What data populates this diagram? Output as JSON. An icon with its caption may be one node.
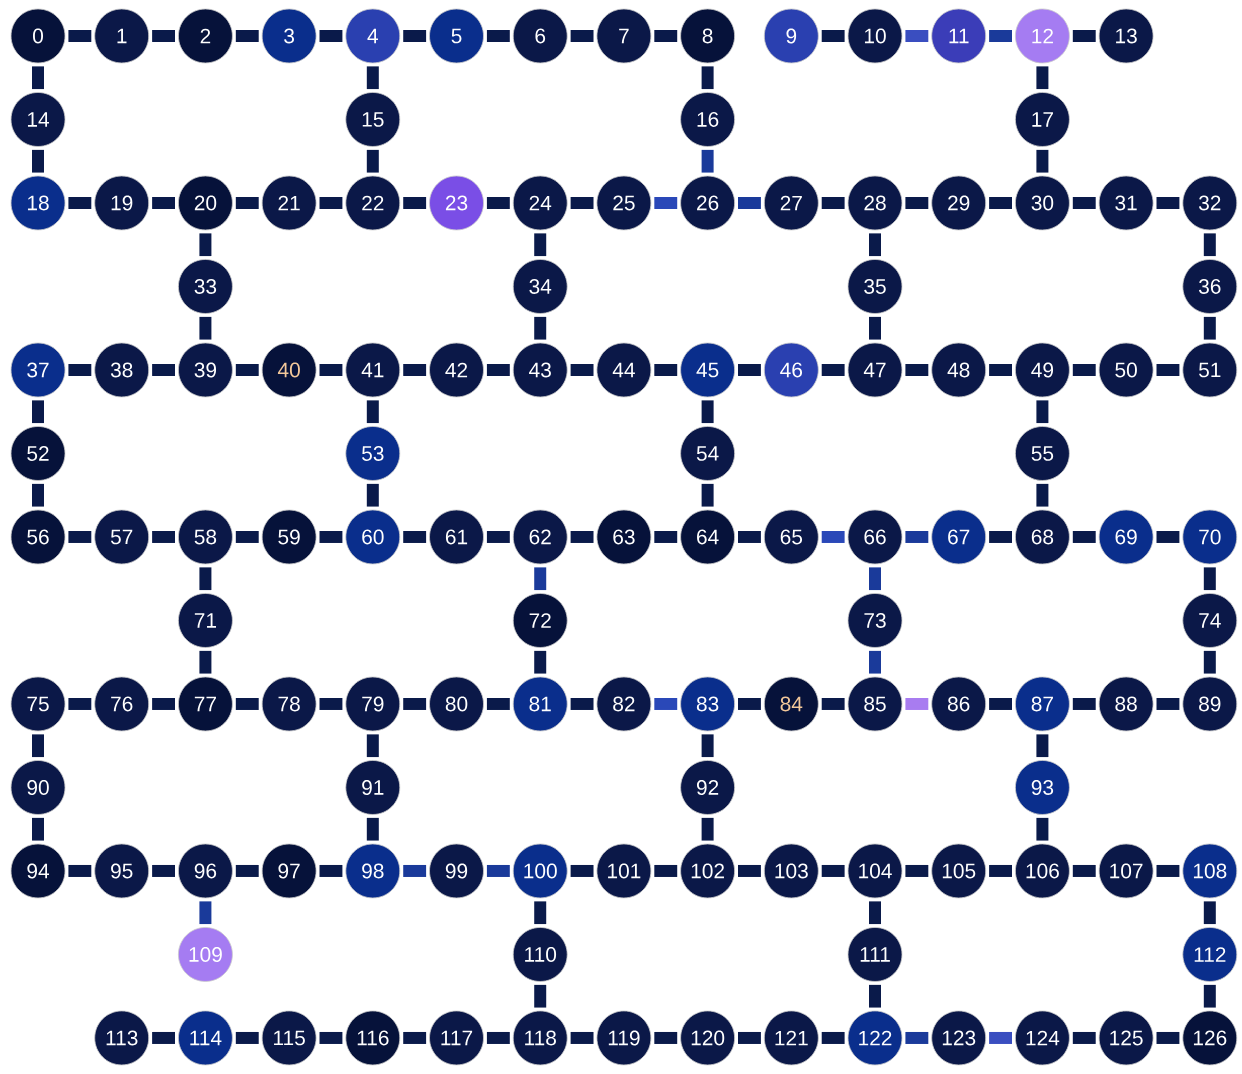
{
  "diagram": {
    "nodes": [
      {
        "text": [
          "0"
        ]
      },
      {
        "text": [
          "1"
        ]
      },
      {
        "text": [
          "2"
        ]
      },
      {
        "text": [
          "3"
        ]
      },
      {
        "text": [
          "4"
        ]
      },
      {
        "text": [
          "5"
        ]
      },
      {
        "text": [
          "6"
        ]
      },
      {
        "text": [
          "7"
        ]
      },
      {
        "text": [
          "8"
        ]
      },
      {
        "text": [
          "9"
        ]
      },
      {
        "text": [
          "10"
        ]
      },
      {
        "text": [
          "11"
        ]
      },
      {
        "text": [
          "12"
        ]
      },
      {
        "text": [
          "13"
        ]
      },
      {
        "text": [
          "14"
        ]
      },
      {
        "text": [
          "15"
        ]
      },
      {
        "text": [
          "16"
        ]
      },
      {
        "text": [
          "17"
        ]
      },
      {
        "text": [
          "18"
        ]
      },
      {
        "text": [
          "19"
        ]
      },
      {
        "text": [
          "20"
        ]
      },
      {
        "text": [
          "21"
        ]
      },
      {
        "text": [
          "22"
        ]
      },
      {
        "text": [
          "23"
        ]
      },
      {
        "text": [
          "24"
        ]
      },
      {
        "text": [
          "25"
        ]
      },
      {
        "text": [
          "26"
        ]
      },
      {
        "text": [
          "27"
        ]
      },
      {
        "text": [
          "28"
        ]
      },
      {
        "text": [
          "29"
        ]
      },
      {
        "text": [
          "30"
        ]
      },
      {
        "text": [
          "31"
        ]
      },
      {
        "text": [
          "32"
        ]
      },
      {
        "text": [
          "33"
        ]
      },
      {
        "text": [
          "34"
        ]
      },
      {
        "text": [
          "35"
        ]
      },
      {
        "text": [
          "36"
        ]
      },
      {
        "text": [
          "37"
        ]
      },
      {
        "text": [
          "38"
        ]
      },
      {
        "text": [
          "39"
        ]
      },
      {
        "text": [
          "40"
        ]
      },
      {
        "text": [
          "41"
        ]
      },
      {
        "text": [
          "42"
        ]
      },
      {
        "text": [
          "43"
        ]
      },
      {
        "text": [
          "44"
        ]
      },
      {
        "text": [
          "45"
        ]
      },
      {
        "text": [
          "46"
        ]
      },
      {
        "text": [
          "47"
        ]
      },
      {
        "text": [
          "48"
        ]
      },
      {
        "text": [
          "49"
        ]
      },
      {
        "text": [
          "50"
        ]
      },
      {
        "text": [
          "51"
        ]
      },
      {
        "text": [
          "52"
        ]
      },
      {
        "text": [
          "53"
        ]
      },
      {
        "text": [
          "54"
        ]
      },
      {
        "text": [
          "55"
        ]
      },
      {
        "text": [
          "56"
        ]
      },
      {
        "text": [
          "57"
        ]
      },
      {
        "text": [
          "58"
        ]
      },
      {
        "text": [
          "59"
        ]
      },
      {
        "text": [
          "60"
        ]
      },
      {
        "text": [
          "61"
        ]
      },
      {
        "text": [
          "62"
        ]
      },
      {
        "text": [
          "63"
        ]
      },
      {
        "text": [
          "64"
        ]
      },
      {
        "text": [
          "65"
        ]
      },
      {
        "text": [
          "66"
        ]
      },
      {
        "text": [
          "67"
        ]
      },
      {
        "text": [
          "68"
        ]
      },
      {
        "text": [
          "69"
        ]
      },
      {
        "text": [
          "70"
        ]
      },
      {
        "text": [
          "71"
        ]
      },
      {
        "text": [
          "72"
        ]
      },
      {
        "text": [
          "73"
        ]
      },
      {
        "text": [
          "74"
        ]
      },
      {
        "text": [
          "75"
        ]
      },
      {
        "text": [
          "76"
        ]
      },
      {
        "text": [
          "77"
        ]
      },
      {
        "text": [
          "78"
        ]
      },
      {
        "text": [
          "79"
        ]
      },
      {
        "text": [
          "80"
        ]
      },
      {
        "text": [
          "81"
        ]
      },
      {
        "text": [
          "82"
        ]
      },
      {
        "text": [
          "83"
        ]
      },
      {
        "text": [
          "84"
        ]
      },
      {
        "text": [
          "85"
        ]
      },
      {
        "text": [
          "86"
        ]
      },
      {
        "text": [
          "87"
        ]
      },
      {
        "text": [
          "88"
        ]
      },
      {
        "text": [
          "89"
        ]
      },
      {
        "text": [
          "90"
        ]
      },
      {
        "text": [
          "91"
        ]
      },
      {
        "text": [
          "92"
        ]
      },
      {
        "text": [
          "93"
        ]
      },
      {
        "text": [
          "94"
        ]
      },
      {
        "text": [
          "95"
        ]
      },
      {
        "text": [
          "96"
        ]
      },
      {
        "text": [
          "97"
        ]
      },
      {
        "text": [
          "98"
        ]
      },
      {
        "text": [
          "99"
        ]
      },
      {
        "text": [
          "100"
        ]
      },
      {
        "text": [
          "101"
        ]
      },
      {
        "text": [
          "102"
        ]
      },
      {
        "text": [
          "103"
        ]
      },
      {
        "text": [
          "104"
        ]
      },
      {
        "text": [
          "105"
        ]
      },
      {
        "text": [
          "106"
        ]
      },
      {
        "text": [
          "107"
        ]
      },
      {
        "text": [
          "108"
        ]
      },
      {
        "text": [
          "109"
        ]
      },
      {
        "text": [
          "110"
        ]
      },
      {
        "text": [
          "111"
        ]
      },
      {
        "text": [
          "112"
        ]
      },
      {
        "text": [
          "113"
        ]
      },
      {
        "text": [
          "114"
        ]
      },
      {
        "text": [
          "115"
        ]
      },
      {
        "text": [
          "116"
        ]
      },
      {
        "text": [
          "117"
        ]
      },
      {
        "text": [
          "118"
        ]
      },
      {
        "text": [
          "119"
        ]
      },
      {
        "text": [
          "120"
        ]
      },
      {
        "text": [
          "121"
        ]
      },
      {
        "text": [
          "122"
        ]
      },
      {
        "text": [
          "123"
        ]
      },
      {
        "text": [
          "124"
        ]
      },
      {
        "text": [
          "125"
        ]
      },
      {
        "text": [
          "126"
        ]
      }
    ],
    "edges": [
      {
        "from": 0,
        "to": 1,
        "arrow": "none"
      },
      {
        "from": 1,
        "to": 2,
        "arrow": "none"
      },
      {
        "from": 2,
        "to": 3,
        "arrow": "none"
      },
      {
        "from": 3,
        "to": 4,
        "arrow": "none"
      },
      {
        "from": 4,
        "to": 5,
        "arrow": "none"
      },
      {
        "from": 5,
        "to": 6,
        "arrow": "none"
      },
      {
        "from": 6,
        "to": 7,
        "arrow": "none"
      },
      {
        "from": 7,
        "to": 8,
        "arrow": "none"
      },
      {
        "from": 9,
        "to": 10,
        "arrow": "none"
      },
      {
        "from": 10,
        "to": 11,
        "arrow": "none",
        "color": "#3a4ec0"
      },
      {
        "from": 11,
        "to": 12,
        "arrow": "none",
        "color": "#1a3a9a"
      },
      {
        "from": 12,
        "to": 13,
        "arrow": "none"
      },
      {
        "from": 0,
        "to": 14,
        "arrow": "none"
      },
      {
        "from": 14,
        "to": 18,
        "arrow": "none"
      },
      {
        "from": 4,
        "to": 15,
        "arrow": "none"
      },
      {
        "from": 15,
        "to": 22,
        "arrow": "none"
      },
      {
        "from": 8,
        "to": 16,
        "arrow": "none"
      },
      {
        "from": 16,
        "to": 26,
        "arrow": "none",
        "color": "#1a3a9a"
      },
      {
        "from": 12,
        "to": 17,
        "arrow": "none"
      },
      {
        "from": 17,
        "to": 30,
        "arrow": "none"
      },
      {
        "from": 18,
        "to": 19,
        "arrow": "none"
      },
      {
        "from": 19,
        "to": 20,
        "arrow": "none"
      },
      {
        "from": 20,
        "to": 21,
        "arrow": "none"
      },
      {
        "from": 21,
        "to": 22,
        "arrow": "none"
      },
      {
        "from": 22,
        "to": 23,
        "arrow": "none"
      },
      {
        "from": 23,
        "to": 24,
        "arrow": "none"
      },
      {
        "from": 24,
        "to": 25,
        "arrow": "none"
      },
      {
        "from": 25,
        "to": 26,
        "arrow": "none",
        "color": "#2a48b8"
      },
      {
        "from": 26,
        "to": 27,
        "arrow": "none",
        "color": "#1a3a9a"
      },
      {
        "from": 27,
        "to": 28,
        "arrow": "none"
      },
      {
        "from": 28,
        "to": 29,
        "arrow": "none"
      },
      {
        "from": 29,
        "to": 30,
        "arrow": "none"
      },
      {
        "from": 30,
        "to": 31,
        "arrow": "none"
      },
      {
        "from": 31,
        "to": 32,
        "arrow": "none"
      },
      {
        "from": 20,
        "to": 33,
        "arrow": "none"
      },
      {
        "from": 33,
        "to": 39,
        "arrow": "none"
      },
      {
        "from": 24,
        "to": 34,
        "arrow": "none"
      },
      {
        "from": 34,
        "to": 43,
        "arrow": "none"
      },
      {
        "from": 28,
        "to": 35,
        "arrow": "none"
      },
      {
        "from": 35,
        "to": 47,
        "arrow": "none"
      },
      {
        "from": 32,
        "to": 36,
        "arrow": "none"
      },
      {
        "from": 36,
        "to": 51,
        "arrow": "none"
      },
      {
        "from": 37,
        "to": 38,
        "arrow": "none"
      },
      {
        "from": 38,
        "to": 39,
        "arrow": "none"
      },
      {
        "from": 39,
        "to": 40,
        "arrow": "none"
      },
      {
        "from": 40,
        "to": 41,
        "arrow": "none"
      },
      {
        "from": 41,
        "to": 42,
        "arrow": "none"
      },
      {
        "from": 42,
        "to": 43,
        "arrow": "none"
      },
      {
        "from": 43,
        "to": 44,
        "arrow": "none"
      },
      {
        "from": 44,
        "to": 45,
        "arrow": "none"
      },
      {
        "from": 45,
        "to": 46,
        "arrow": "none"
      },
      {
        "from": 46,
        "to": 47,
        "arrow": "none"
      },
      {
        "from": 47,
        "to": 48,
        "arrow": "none"
      },
      {
        "from": 48,
        "to": 49,
        "arrow": "none"
      },
      {
        "from": 49,
        "to": 50,
        "arrow": "none"
      },
      {
        "from": 50,
        "to": 51,
        "arrow": "none"
      },
      {
        "from": 37,
        "to": 52,
        "arrow": "none"
      },
      {
        "from": 52,
        "to": 56,
        "arrow": "none"
      },
      {
        "from": 41,
        "to": 53,
        "arrow": "none"
      },
      {
        "from": 53,
        "to": 60,
        "arrow": "none"
      },
      {
        "from": 45,
        "to": 54,
        "arrow": "none"
      },
      {
        "from": 54,
        "to": 64,
        "arrow": "none"
      },
      {
        "from": 49,
        "to": 55,
        "arrow": "none"
      },
      {
        "from": 55,
        "to": 68,
        "arrow": "none"
      },
      {
        "from": 56,
        "to": 57,
        "arrow": "none"
      },
      {
        "from": 57,
        "to": 58,
        "arrow": "none"
      },
      {
        "from": 58,
        "to": 59,
        "arrow": "none"
      },
      {
        "from": 59,
        "to": 60,
        "arrow": "none"
      },
      {
        "from": 60,
        "to": 61,
        "arrow": "none"
      },
      {
        "from": 61,
        "to": 62,
        "arrow": "none"
      },
      {
        "from": 62,
        "to": 63,
        "arrow": "none"
      },
      {
        "from": 63,
        "to": 64,
        "arrow": "none"
      },
      {
        "from": 64,
        "to": 65,
        "arrow": "none"
      },
      {
        "from": 65,
        "to": 66,
        "arrow": "none",
        "color": "#2a48b8"
      },
      {
        "from": 66,
        "to": 67,
        "arrow": "none",
        "color": "#1a3a9a"
      },
      {
        "from": 67,
        "to": 68,
        "arrow": "none"
      },
      {
        "from": 68,
        "to": 69,
        "arrow": "none"
      },
      {
        "from": 69,
        "to": 70,
        "arrow": "none"
      },
      {
        "from": 58,
        "to": 71,
        "arrow": "none"
      },
      {
        "from": 71,
        "to": 77,
        "arrow": "none"
      },
      {
        "from": 62,
        "to": 72,
        "arrow": "none",
        "color": "#1a3a9a"
      },
      {
        "from": 72,
        "to": 81,
        "arrow": "none"
      },
      {
        "from": 66,
        "to": 73,
        "arrow": "none",
        "color": "#1a3a9a"
      },
      {
        "from": 73,
        "to": 85,
        "arrow": "none",
        "color": "#1a3a9a"
      },
      {
        "from": 70,
        "to": 74,
        "arrow": "none"
      },
      {
        "from": 74,
        "to": 89,
        "arrow": "none"
      },
      {
        "from": 75,
        "to": 76,
        "arrow": "none"
      },
      {
        "from": 76,
        "to": 77,
        "arrow": "none"
      },
      {
        "from": 77,
        "to": 78,
        "arrow": "none"
      },
      {
        "from": 78,
        "to": 79,
        "arrow": "none"
      },
      {
        "from": 79,
        "to": 80,
        "arrow": "none"
      },
      {
        "from": 80,
        "to": 81,
        "arrow": "none"
      },
      {
        "from": 81,
        "to": 82,
        "arrow": "none"
      },
      {
        "from": 82,
        "to": 83,
        "arrow": "none",
        "color": "#2a48b8"
      },
      {
        "from": 83,
        "to": 84,
        "arrow": "none"
      },
      {
        "from": 84,
        "to": 85,
        "arrow": "none"
      },
      {
        "from": 85,
        "to": 86,
        "arrow": "none",
        "color": "#a87cf0"
      },
      {
        "from": 86,
        "to": 87,
        "arrow": "none"
      },
      {
        "from": 87,
        "to": 88,
        "arrow": "none"
      },
      {
        "from": 88,
        "to": 89,
        "arrow": "none"
      },
      {
        "from": 75,
        "to": 90,
        "arrow": "none"
      },
      {
        "from": 90,
        "to": 94,
        "arrow": "none"
      },
      {
        "from": 79,
        "to": 91,
        "arrow": "none"
      },
      {
        "from": 91,
        "to": 98,
        "arrow": "none"
      },
      {
        "from": 83,
        "to": 92,
        "arrow": "none"
      },
      {
        "from": 92,
        "to": 102,
        "arrow": "none"
      },
      {
        "from": 87,
        "to": 93,
        "arrow": "none"
      },
      {
        "from": 93,
        "to": 106,
        "arrow": "none"
      },
      {
        "from": 94,
        "to": 95,
        "arrow": "none"
      },
      {
        "from": 95,
        "to": 96,
        "arrow": "none"
      },
      {
        "from": 96,
        "to": 97,
        "arrow": "none"
      },
      {
        "from": 97,
        "to": 98,
        "arrow": "none"
      },
      {
        "from": 98,
        "to": 99,
        "arrow": "none",
        "color": "#1a3a9a"
      },
      {
        "from": 99,
        "to": 100,
        "arrow": "none",
        "color": "#1a3a9a"
      },
      {
        "from": 100,
        "to": 101,
        "arrow": "none"
      },
      {
        "from": 101,
        "to": 102,
        "arrow": "none"
      },
      {
        "from": 102,
        "to": 103,
        "arrow": "none"
      },
      {
        "from": 103,
        "to": 104,
        "arrow": "none"
      },
      {
        "from": 104,
        "to": 105,
        "arrow": "none"
      },
      {
        "from": 105,
        "to": 106,
        "arrow": "none"
      },
      {
        "from": 106,
        "to": 107,
        "arrow": "none"
      },
      {
        "from": 107,
        "to": 108,
        "arrow": "none"
      },
      {
        "from": 96,
        "to": 109,
        "arrow": "none",
        "color": "#1a3a9a"
      },
      {
        "from": 100,
        "to": 110,
        "arrow": "none"
      },
      {
        "from": 110,
        "to": 118,
        "arrow": "none"
      },
      {
        "from": 104,
        "to": 111,
        "arrow": "none"
      },
      {
        "from": 111,
        "to": 122,
        "arrow": "none"
      },
      {
        "from": 108,
        "to": 112,
        "arrow": "none"
      },
      {
        "from": 112,
        "to": 126,
        "arrow": "none"
      },
      {
        "from": 113,
        "to": 114,
        "arrow": "none"
      },
      {
        "from": 114,
        "to": 115,
        "arrow": "none"
      },
      {
        "from": 115,
        "to": 116,
        "arrow": "none"
      },
      {
        "from": 116,
        "to": 117,
        "arrow": "none"
      },
      {
        "from": 117,
        "to": 118,
        "arrow": "none"
      },
      {
        "from": 118,
        "to": 119,
        "arrow": "none"
      },
      {
        "from": 119,
        "to": 120,
        "arrow": "none"
      },
      {
        "from": 120,
        "to": 121,
        "arrow": "none"
      },
      {
        "from": 121,
        "to": 122,
        "arrow": "none"
      },
      {
        "from": 122,
        "to": 123,
        "arrow": "none",
        "color": "#1a3a9a"
      },
      {
        "from": 123,
        "to": 124,
        "arrow": "none",
        "color": "#3a4ec0"
      },
      {
        "from": 124,
        "to": 125,
        "arrow": "none"
      },
      {
        "from": 125,
        "to": 126,
        "arrow": "none"
      }
    ]
  }
}
